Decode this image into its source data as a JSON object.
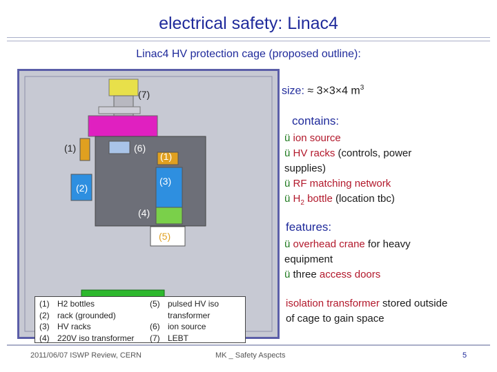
{
  "slide": {
    "title": "electrical safety: Linac4",
    "subtitle": "Linac4 HV protection cage (proposed outline):"
  },
  "diagram": {
    "labels": {
      "l7": "(7)",
      "l1a": "(1)",
      "l6": "(6)",
      "l1b": "(1)",
      "l3": "(3)",
      "l2": "(2)",
      "l4": "(4)",
      "l5": "(5)"
    },
    "legend": {
      "left": [
        {
          "num": "(1)",
          "text": "H2 bottles"
        },
        {
          "num": "(2)",
          "text": "rack (grounded)"
        },
        {
          "num": "(3)",
          "text": "HV racks"
        },
        {
          "num": "(4)",
          "text": "220V iso transformer"
        }
      ],
      "right": [
        {
          "num": "(5)",
          "text": "pulsed HV iso"
        },
        {
          "num": "",
          "text": "transformer"
        },
        {
          "num": "(6)",
          "text": "ion source"
        },
        {
          "num": "(7)",
          "text": "LEBT"
        }
      ]
    },
    "colors": {
      "cage_border": "#5b5ea8",
      "rack_blue": "#2e8fe0",
      "hv_rack_blue": "#2e8fe0",
      "transformer_green": "#7ad04a",
      "bottle_orange": "#e0a020",
      "source_magenta": "#e020c0"
    }
  },
  "size": {
    "label": "size:",
    "value": " ≈ 3×3×4 m",
    "exp": "3"
  },
  "contains": {
    "heading": "contains:",
    "lines": [
      {
        "a": "ion source",
        "b": ""
      },
      {
        "a": "HV racks",
        "b": " (controls, power"
      },
      {
        "a": "",
        "b": "supplies)"
      },
      {
        "a": "RF matching network",
        "b": ""
      },
      {
        "a": "H",
        "sub": "2",
        "c": " bottle",
        "b": " (location tbc)"
      }
    ]
  },
  "features": {
    "heading": "features:",
    "l1a": "overhead crane",
    "l1b": " for heavy",
    "l2": "equipment",
    "l3a": "three ",
    "l3b": "access doors"
  },
  "isolation": {
    "a": "isolation transformer",
    "b": " stored outside",
    "c": "of cage to gain space"
  },
  "footer": {
    "date": "2011/06/07   ISWP Review, CERN",
    "center": "MK _ Safety Aspects",
    "page": "5"
  },
  "check_glyph": "ü"
}
